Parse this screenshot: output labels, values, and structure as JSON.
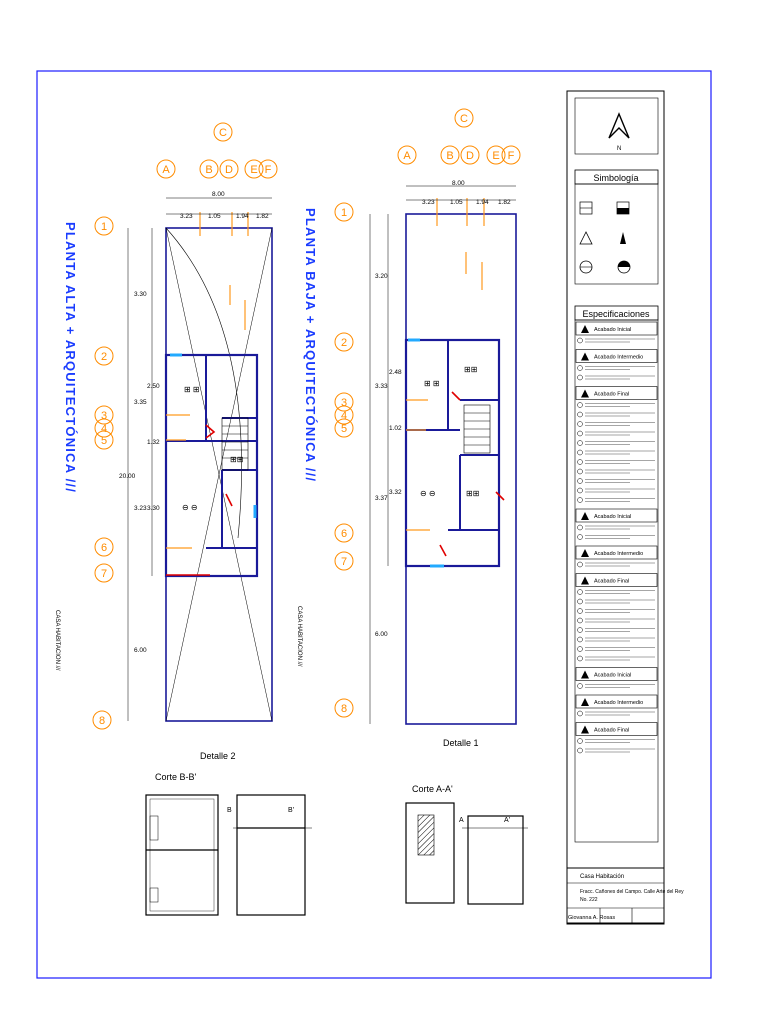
{
  "colors": {
    "frame": "#1c1cff",
    "wall": "#1a1a99",
    "orange": "#ff9a1f",
    "axis_line": "#ff8c00",
    "axis_text": "#ff8c00",
    "red": "#e00000",
    "cyan": "#22aaff",
    "black": "#000000",
    "title": "#1a3cff"
  },
  "sheet": {
    "plan_left_title": "PLANTA ALTA + ARQUITECTÓNICA ///",
    "plan_left_subtitle": "CASA HABITACION ///",
    "plan_right_title": "PLANTA BAJA + ARQUITECTÓNICA ///",
    "plan_right_subtitle": "CASA HABITACION ///",
    "detail_left": "Detalle 2",
    "detail_right": "Detalle 1",
    "section_left": "Corte B-B'",
    "section_right": "Corte A-A'",
    "section_b_left": "B",
    "section_b_right": "B'",
    "section_a_left": "A",
    "section_a_right": "A'"
  },
  "axes": {
    "letters": [
      "A",
      "B",
      "C",
      "D",
      "E",
      "F"
    ],
    "numbers": [
      "1",
      "2",
      "3",
      "4",
      "5",
      "6",
      "7",
      "8"
    ]
  },
  "dimensions": {
    "total_width": "8.00",
    "widths": [
      "3.23",
      "1.05",
      "1.94",
      "1.82"
    ],
    "total_height": "20.00",
    "left_vertical": [
      "3.30",
      "2.50",
      "3.35",
      "1.32",
      "3.30",
      "3.23",
      "6.00"
    ],
    "right_vertical": [
      "3.20",
      "2.48",
      "3.33",
      "1.02",
      "3.32",
      "3.37",
      "6.00"
    ]
  },
  "legend": {
    "north_label": "N",
    "symbology_title": "Simbología",
    "specs_title": "Especificaciones",
    "groups": [
      {
        "heading": "Acabado Inicial",
        "rows": 1
      },
      {
        "heading": "Acabado Intermedio",
        "rows": 2
      },
      {
        "heading": "Acabado Final",
        "rows": 11
      },
      {
        "heading": "Acabado Inicial",
        "rows": 2
      },
      {
        "heading": "Acabado Intermedio",
        "rows": 1
      },
      {
        "heading": "Acabado Final",
        "rows": 8
      },
      {
        "heading": "Acabado Inicial",
        "rows": 1
      },
      {
        "heading": "Acabado Intermedio",
        "rows": 1
      },
      {
        "heading": "Acabado Final",
        "rows": 2
      }
    ]
  },
  "title_block": {
    "project": "Casa Habitación",
    "address_line1": "Fracc. Cañones del Campo. Calle Arte del Rey",
    "address_line2": "No. 222",
    "author": "Giovanna A. Rosas"
  }
}
